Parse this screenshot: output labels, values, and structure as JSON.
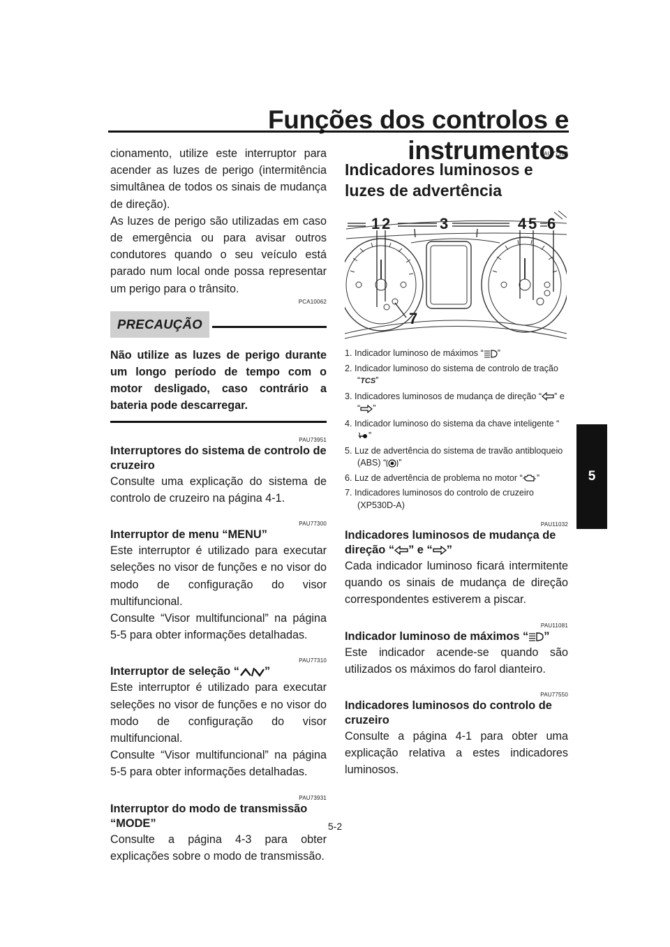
{
  "header": {
    "title": "Funções dos controlos e instrumentos"
  },
  "chapter_tab": "5",
  "left": {
    "p_intro1": "cionamento, utilize este interruptor para acender as luzes de perigo (intermitência simultânea de todos os sinais de mudança de direção).",
    "p_intro2": "As luzes de perigo são utilizadas em caso de emergência ou para avisar outros condutores quando o seu veículo está parado num local onde possa representar um perigo para o trânsito.",
    "code_caution": "PCA10062",
    "caution_label": "PRECAUÇÃO",
    "caution_text": "Não utilize as luzes de perigo durante um longo período de tempo com o motor desligado, caso contrário a bateria pode descarregar.",
    "s1_code": "PAU73951",
    "s1_title": "Interruptores do sistema de controlo de cruzeiro",
    "s1_text": "Consulte uma explicação do sistema de controlo de cruzeiro na página 4-1.",
    "s2_code": "PAU77300",
    "s2_title": "Interruptor de menu “MENU”",
    "s2_text1": "Este interruptor é utilizado para executar seleções no visor de funções e no visor do modo de configuração do visor multifuncional.",
    "s2_text2": "Consulte “Visor multifuncional” na página 5-5 para obter informações detalhadas.",
    "s3_code": "PAU77310",
    "s3_title_pre": "Interruptor de seleção “",
    "s3_title_post": "”",
    "s3_text1": "Este interruptor é utilizado para executar seleções no visor de funções e no visor do modo de configuração do visor multifuncional.",
    "s3_text2": "Consulte “Visor multifuncional” na página 5-5 para obter informações detalhadas.",
    "s4_code": "PAU73931",
    "s4_title": "Interruptor do modo de transmissão “MODE”",
    "s4_text": "Consulte a página 4-3 para obter explicações sobre o modo de transmissão."
  },
  "right": {
    "sec_code": "PAU77122",
    "sec_title": "Indicadores luminosos e luzes de advertência",
    "figure_labels": [
      "1",
      "2",
      "3",
      "4",
      "5",
      "6",
      "7"
    ],
    "legend": {
      "l1_pre": "1. Indicador luminoso de máximos “",
      "l1_post": "”",
      "l2_pre": "2. Indicador luminoso do sistema de controlo de tração “",
      "l2_post": "”",
      "l3_pre": "3. Indicadores luminosos de mudança de direção “",
      "l3_mid": "” e “",
      "l3_post": "”",
      "l4_pre": "4. Indicador luminoso do sistema da chave inteligente “",
      "l4_post": "”",
      "l5_pre": "5. Luz de advertência do sistema de travão antibloqueio (ABS) “",
      "l5_post": "”",
      "l6_pre": "6. Luz de advertência de problema no motor “",
      "l6_post": "”",
      "l7": "7. Indicadores luminosos do controlo de cruzeiro (XP530D-A)"
    },
    "s1_code": "PAU11032",
    "s1_title_pre": "Indicadores luminosos de mudança de direção “",
    "s1_title_mid": "” e “",
    "s1_title_post": "”",
    "s1_text": "Cada indicador luminoso ficará intermitente quando os sinais de mudança de direção correspondentes estiverem a piscar.",
    "s2_code": "PAU11081",
    "s2_title_pre": "Indicador luminoso de máximos “",
    "s2_title_post": "”",
    "s2_text": "Este indicador acende-se quando são utilizados os máximos do farol dianteiro.",
    "s3_code": "PAU77550",
    "s3_title": "Indicadores luminosos do controlo de cruzeiro",
    "s3_text": "Consulte a página 4-1 para obter uma explicação relativa a estes indicadores luminosos."
  },
  "tcs_text": "TCS",
  "page_number": "5-2"
}
